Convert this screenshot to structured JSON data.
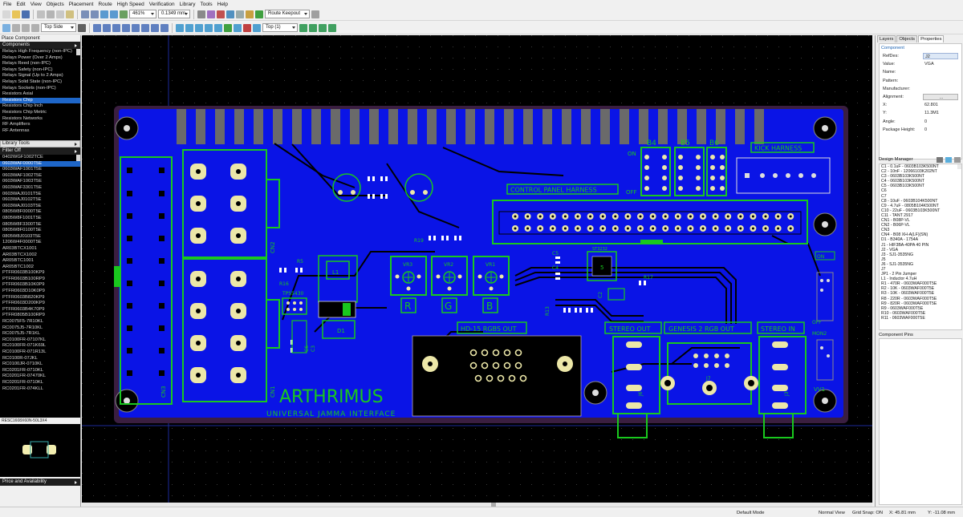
{
  "menu": [
    "File",
    "Edit",
    "View",
    "Objects",
    "Placement",
    "Route",
    "High Speed",
    "Verification",
    "Library",
    "Tools",
    "Help"
  ],
  "toolbar": {
    "zoom": "461%",
    "grid": "0.1349 mm",
    "route_mode": "Route Keepout",
    "side": "Top Side",
    "layer": "Top (1)"
  },
  "left_panel": {
    "title": "Place Component",
    "components_header": "Components",
    "categories": [
      "Relays High Frequency (non-IPC)",
      "Relays Power (Over 2 Amps)",
      "Relays Reed (non-IPC)",
      "Relays Safety (non-IPC)",
      "Relays Signal (Up to 2 Amps)",
      "Relays Solid State (non-IPC)",
      "Relays Sockets (non-IPC)",
      "Resistors Axial",
      "Resistors Chip",
      "Resistors Chip Inch",
      "Resistors Chip Metric",
      "Resistors Networks",
      "RF Amplifiers",
      "RF Antennas"
    ],
    "selected_category": 8,
    "library_tools": "Library Tools",
    "filter": "Filter Off",
    "parts": [
      "0402WGF1002TCE",
      "0603WAF0000T5E",
      "0603WAF1001T5E",
      "0603WAF1002T5E",
      "0603WAF1003T5E",
      "0603WAF3301T5E",
      "0603WAJ0101T5E",
      "0603WAJ0102T5E",
      "0603WAJ0103T5E",
      "0805W8F0000T5E",
      "0805W8F1001T5E",
      "0805W8F3300T5E",
      "0805W8F0100T5E",
      "0805W8J0103T5E",
      "1206W4F0000T5E",
      "AR03BTCX1001",
      "AR03BTCX1002",
      "AR05BTC1001",
      "AR05BTC1002",
      "PTFR0603B100KP9",
      "PTFR0603B100RP9",
      "PTFR0603B10K0P9",
      "PTFR0603D10K0P9",
      "PTFR0603B820KP9",
      "PTFR0603D200KP9",
      "PTFR0603B4K70P9",
      "PTFR0805B100RP9",
      "RC0075F5-7R10KL",
      "RC0075J5-7R10KL",
      "RC0075J5-7R1KL",
      "RC0100FR-07107KL",
      "RC0100FR-071K69L",
      "RC0100FR-071R13L",
      "RC0100R-07JKL",
      "RC0100JR-0710KL",
      "RC0201FR-0710KL",
      "RC0201FR-07470KL",
      "RC0201FR-0710KL",
      "RC0201FR-074KLL"
    ],
    "selected_part": 1,
    "footprint": "RESC1608X60N-50L3X4",
    "availability": "Price and Availability"
  },
  "board": {
    "labels": {
      "kick": "KICK HARNESS",
      "control": "CONTROL PANEL HARNESS",
      "hd15": "HD-15 RGBS OUT",
      "stereo_out": "STEREO OUT",
      "genesis": "GENESIS 2 RGB OUT",
      "stereo_in": "STEREO IN",
      "brand": "ARTHRIMUS",
      "tagline": "UNIVERSAL JAMMA INTERFACE",
      "r": "R",
      "g": "G",
      "b": "B",
      "vr3": "VR3",
      "vr2": "VR2",
      "vr1": "VR1",
      "b4": "B4",
      "b5": "B5",
      "b6": "B6",
      "on": "ON",
      "off": "OFF",
      "off2": "OFF",
      "mon2": "MON2",
      "vv1": "VV1",
      "on2": "ON",
      "cn1": "CN1",
      "cn2": "CN2",
      "cn3": "CN3",
      "r16": "R16",
      "r5": "R5",
      "l1": "L1",
      "d1": "D1",
      "u1": "TPS5430",
      "c3": "C3",
      "c2": "C2",
      "c5": "C5",
      "c6": "C6",
      "r17": "R17",
      "r19": "R19",
      "r13": "R13",
      "c4": "C4",
      "j3": "J3",
      "j6": "J6",
      "j7": "J7",
      "ic": "ST3232"
    }
  },
  "right_panel": {
    "tabs": [
      "Layers",
      "Objects",
      "Properties"
    ],
    "active_tab": 2,
    "section": "Component",
    "props": [
      {
        "k": "RefDes:",
        "v": "J2",
        "style": "box"
      },
      {
        "k": "Value:",
        "v": "VGA",
        "style": ""
      },
      {
        "k": "Name:",
        "v": "",
        "style": ""
      },
      {
        "k": "Pattern:",
        "v": "",
        "style": ""
      },
      {
        "k": "Manufacturer:",
        "v": "",
        "style": ""
      },
      {
        "k": "Alignment:",
        "v": "...",
        "style": "btn"
      },
      {
        "k": "X:",
        "v": "62.801",
        "style": ""
      },
      {
        "k": "Y:",
        "v": "11.3M1",
        "style": ""
      },
      {
        "k": "Angle:",
        "v": "0",
        "style": ""
      },
      {
        "k": "Package Height:",
        "v": "0",
        "style": ""
      }
    ],
    "design_manager": "Design Manager",
    "dm_items": [
      "C1 - 0.1uF - 0603B103K500NT",
      "C2 - 10nF - 12066103K202NT",
      "C3 - 0603B103K500NT",
      "C4 - 0603B103K500NT",
      "C5 - 0603B103K500NT",
      "C6",
      "C7",
      "C8 - 10uF - 0603B104K500NT",
      "C9 - 4.7uF - 0805B104K500NT",
      "C10 - 22uF - 0603B103K500NT",
      "C11 - TANT 2917",
      "CN1 - B08P-VL",
      "CN2 - B06P-VL",
      "CN3",
      "CN4 - B08 XH-A(LF)(SN)",
      "D1 - B340A - 1754A",
      "J1 - HIF3BA-40PA 40 PIN",
      "J2 - VGA",
      "J3 - SJ1-3535NG",
      "J5",
      "J6 - SJ1-3535NG",
      "J7",
      "JP1 - 2 Pin Jumper",
      "L1 - Inductor 4.7uH",
      "R1 - 470R - 0603WAF000T5E",
      "R2 - 10K - 0603WAF000T5E",
      "R3 - 10K - 0603WAF000T5E",
      "R8 - 220R - 0603WAF000T5E",
      "R9 - 820R - 0603WAF000T5E",
      "R9 - 0603WAF000T5E",
      "R10 - 0603WAF000T5E",
      "R11 - 0603WAF000T5E"
    ],
    "component_pins": "Component Pins"
  },
  "status": {
    "mode": "Default Mode",
    "view": "Normal View",
    "snap": "Grid Snap: ON",
    "x": "X: 45.81 mm",
    "y": "Y: -11.08 mm"
  }
}
